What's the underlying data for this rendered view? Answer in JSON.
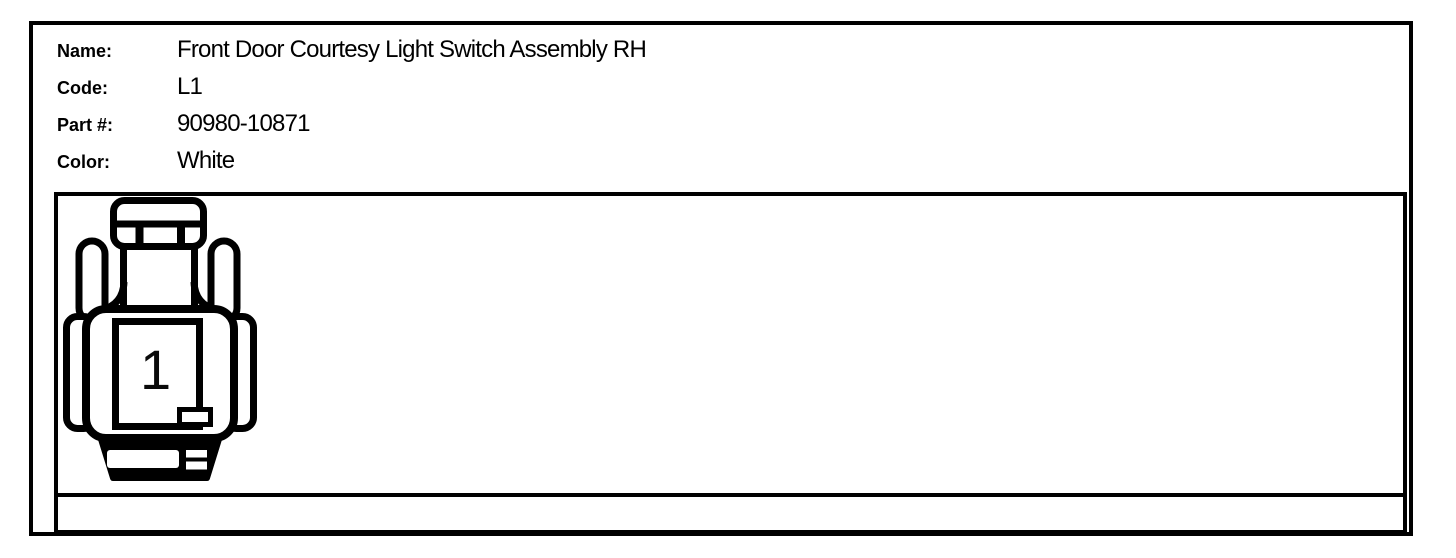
{
  "page": {
    "background_color": "#ffffff",
    "line_color": "#000000"
  },
  "connector_info": {
    "rows": [
      {
        "label": "Name:",
        "value": "Front Door Courtesy Light Switch Assembly RH"
      },
      {
        "label": "Code:",
        "value": "L1"
      },
      {
        "label": "Part #:",
        "value": "90980-10871"
      },
      {
        "label": "Color:",
        "value": "White"
      }
    ]
  },
  "diagram": {
    "type": "connector-face-view",
    "pins": [
      {
        "number": "1"
      }
    ]
  }
}
